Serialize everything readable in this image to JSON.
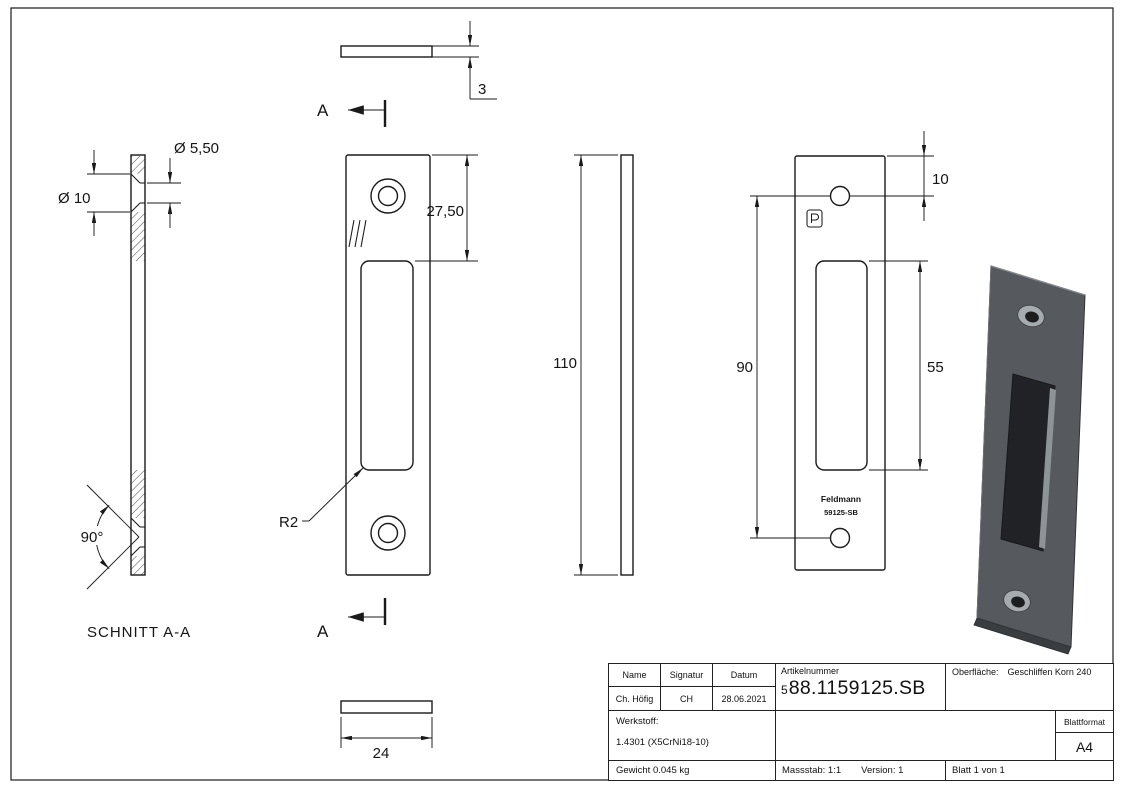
{
  "views": {
    "section_view": {
      "label": "SCHNITT A-A",
      "dim_hole_small": "Ø 5,50",
      "dim_hole_large": "Ø 10",
      "dim_countersink_angle": "90°"
    },
    "cut_marks": {
      "letter_top": "A",
      "letter_bottom": "A"
    },
    "top_view": {
      "dim_thickness": "3"
    },
    "front_view": {
      "dim_hole_offset": "27,50",
      "dim_corner_radius": "R2"
    },
    "side_view": {
      "dim_length": "110"
    },
    "detail_view": {
      "dim_hole_top_offset": "10",
      "dim_hole_spacing": "90",
      "dim_slot_length": "55",
      "stamp_brand": "Feldmann",
      "stamp_code": "59125-SB"
    },
    "bottom_view": {
      "dim_width": "24"
    }
  },
  "title_block": {
    "col_name": {
      "header": "Name",
      "value": "Ch. Höfig"
    },
    "col_signature": {
      "header": "Signatur",
      "value": "CH"
    },
    "col_date": {
      "header": "Datum",
      "value": "28.06.2021"
    },
    "article": {
      "header": "Artikelnummer",
      "prefix": "5",
      "number": "88.1159125.SB"
    },
    "surface": {
      "label": "Oberfläche:",
      "value": "Geschliffen Korn 240"
    },
    "material": {
      "label": "Werkstoff:",
      "value": "1.4301 (X5CrNi18-10)"
    },
    "sheet_format": {
      "label": "Blattformat",
      "value": "A4"
    },
    "weight": "Gewicht 0.045 kg",
    "scale": "Massstab: 1:1",
    "version": "Version: 1",
    "sheet": "Blatt 1 von 1"
  }
}
